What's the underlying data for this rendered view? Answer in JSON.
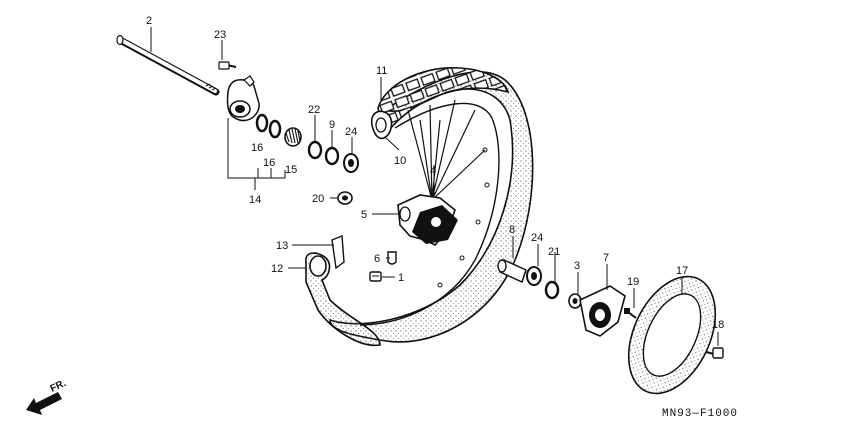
{
  "diagram_code": "MN93—F1000",
  "direction_label": "FR.",
  "callouts": [
    "2",
    "23",
    "11",
    "22",
    "9",
    "24",
    "16",
    "16",
    "15",
    "10",
    "4",
    "14",
    "20",
    "5",
    "13",
    "6",
    "1",
    "12",
    "8",
    "24",
    "21",
    "3",
    "7",
    "19",
    "17",
    "18"
  ],
  "icons": {
    "direction_arrow": "front-direction-arrow-icon"
  }
}
